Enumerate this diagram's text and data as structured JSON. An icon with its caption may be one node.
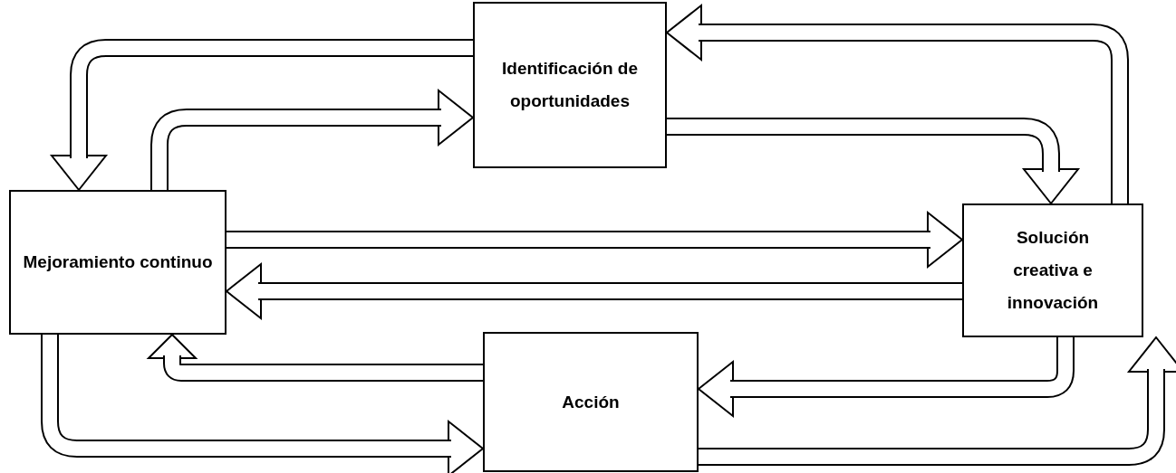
{
  "diagram": {
    "nodes": [
      {
        "text": [
          "Identificación de oportunidades"
        ]
      },
      {
        "text": [
          "Mejoramiento continuo"
        ]
      },
      {
        "text": [
          "Solución creativa e innovación"
        ]
      },
      {
        "text": [
          "Acción"
        ]
      }
    ],
    "edges": [
      {
        "from": 0,
        "to": 1,
        "arrow": "to"
      },
      {
        "from": 1,
        "to": 0,
        "arrow": "to"
      },
      {
        "from": 2,
        "to": 0,
        "arrow": "to"
      },
      {
        "from": 0,
        "to": 2,
        "arrow": "to"
      },
      {
        "from": 1,
        "to": 2,
        "arrow": "to"
      },
      {
        "from": 2,
        "to": 1,
        "arrow": "to"
      },
      {
        "from": 3,
        "to": 1,
        "arrow": "to"
      },
      {
        "from": 1,
        "to": 3,
        "arrow": "to"
      },
      {
        "from": 2,
        "to": 3,
        "arrow": "to"
      },
      {
        "from": 3,
        "to": 2,
        "arrow": "to"
      }
    ]
  }
}
